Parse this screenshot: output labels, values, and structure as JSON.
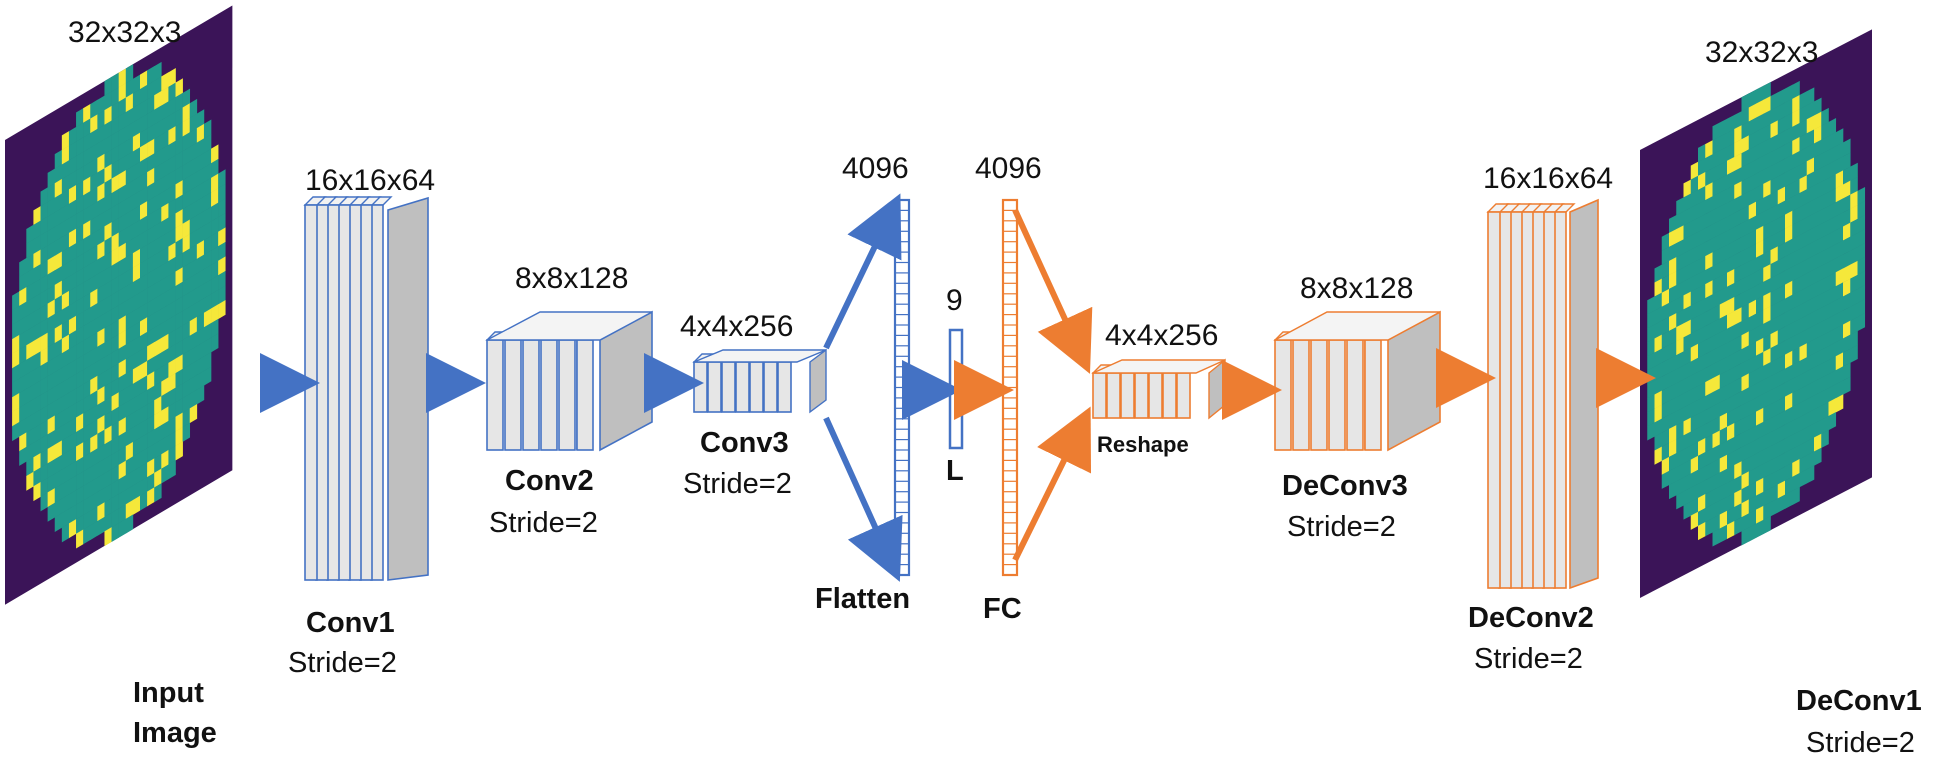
{
  "colors": {
    "encoder": "#4472C4",
    "decoder": "#ED7D31",
    "map_background": "#3b1458",
    "map_wafer": "#229a8c",
    "map_defect": "#f5e83a",
    "block_face": "#e6e6e6",
    "block_side": "#bfbfbf"
  },
  "input": {
    "dim": "32x32x3",
    "label_line1": "Input",
    "label_line2": "Image"
  },
  "conv1": {
    "dim": "16x16x64",
    "name": "Conv1",
    "stride": "Stride=2"
  },
  "conv2": {
    "dim": "8x8x128",
    "name": "Conv2",
    "stride": "Stride=2"
  },
  "conv3": {
    "dim": "4x4x256",
    "name": "Conv3",
    "stride": "Stride=2"
  },
  "flatten": {
    "dim": "4096",
    "name": "Flatten"
  },
  "latent": {
    "dim": "9",
    "name": "L"
  },
  "fc": {
    "dim": "4096",
    "name": "FC"
  },
  "reshape": {
    "dim": "4x4x256",
    "name": "Reshape"
  },
  "deconv3": {
    "dim": "8x8x128",
    "name": "DeConv3",
    "stride": "Stride=2"
  },
  "deconv2": {
    "dim": "16x16x64",
    "name": "DeConv2",
    "stride": "Stride=2"
  },
  "output": {
    "dim": "32x32x3",
    "name": "DeConv1",
    "stride": "Stride=2"
  }
}
